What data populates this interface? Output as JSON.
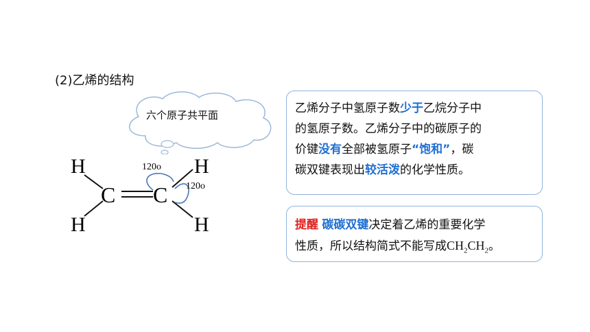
{
  "heading": "(2)乙烯的结构",
  "cloud_text": "六个原子共平面",
  "molecule": {
    "atoms": {
      "h_top_left": "H",
      "h_bottom_left": "H",
      "c_left": "C",
      "c_right": "C",
      "h_top_right": "H",
      "h_bottom_right": "H"
    },
    "angle1": "120o",
    "angle2": "120o"
  },
  "box1": {
    "line1": [
      "乙烯分子中氢原子数",
      "少于",
      "乙烷分子中"
    ],
    "line2": "的氢原子数。乙烯分子中的碳原子的",
    "line3": [
      "价键",
      "没有",
      "全部被氢原子",
      "“饱和”",
      "，碳"
    ],
    "line4": [
      "碳双键表现出",
      "较活泼",
      "的化学性质。"
    ]
  },
  "box2": {
    "tip_label": "提醒",
    "keyword": "碳碳双键",
    "line1_rest": "决定着乙烯的重要化学",
    "line2_text": "性质，所以结构简式不能写成",
    "formula": {
      "a": "CH",
      "sub1": "2",
      "b": "CH",
      "sub2": "2"
    },
    "end": "。"
  },
  "colors": {
    "highlight": "#1f6fd1",
    "tip": "#e02020",
    "border": "#8fb3de"
  }
}
